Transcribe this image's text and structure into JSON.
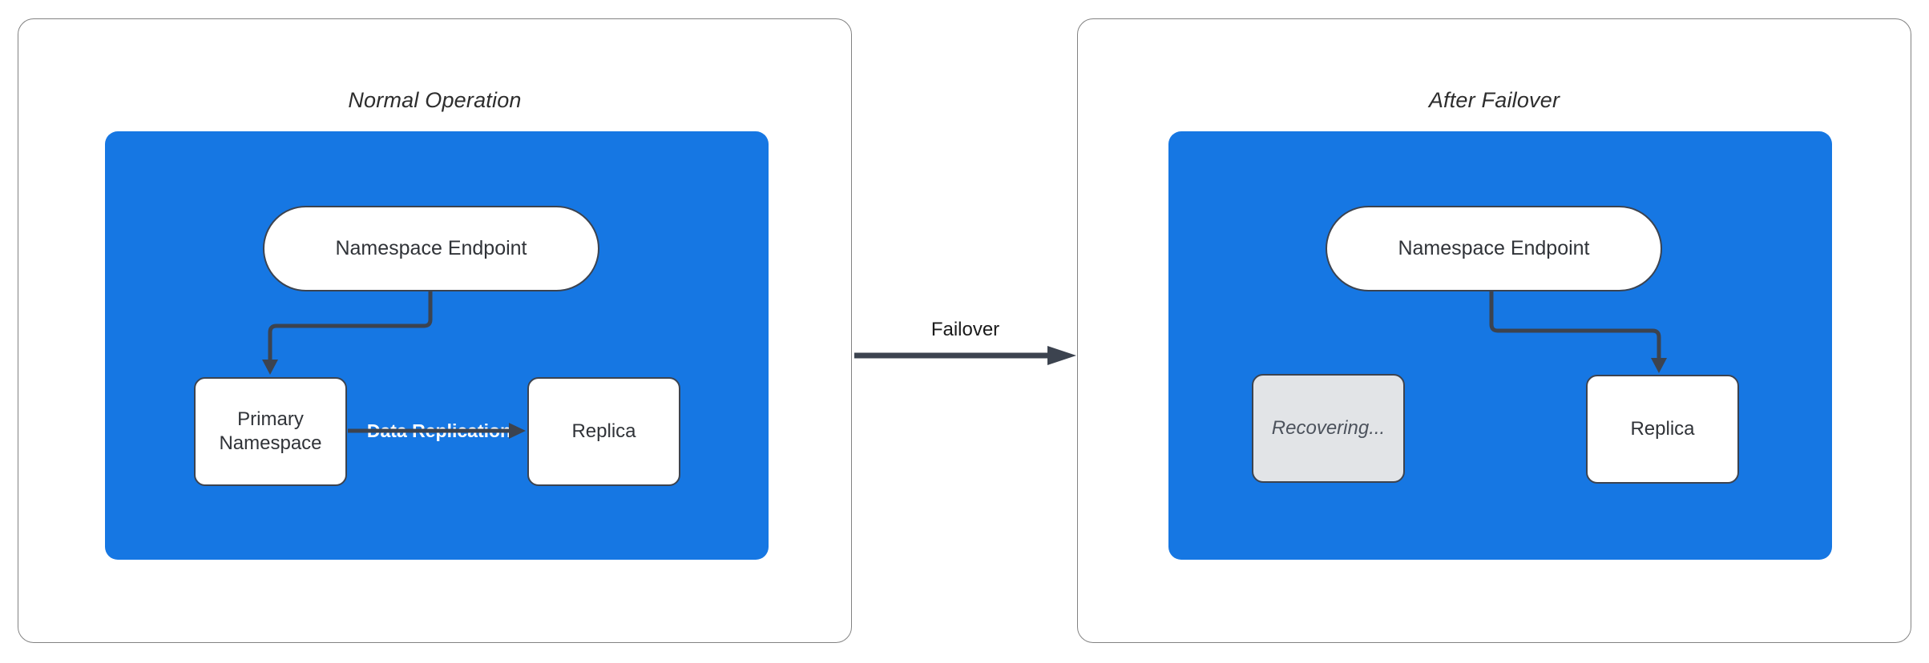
{
  "colors": {
    "cluster_blue": "#1677E3",
    "stroke_dark": "#3C434F",
    "panel_border": "#828282",
    "node_fill": "#FFFFFF",
    "recovering_fill": "#E2E4E7",
    "title_text": "#2D2D2D",
    "node_text": "#303338",
    "recovering_text": "#4C525C",
    "edge_label_text": "#FFFFFF",
    "failover_text": "#1A1A1A"
  },
  "left_panel": {
    "title": "Normal Operation",
    "nodes": {
      "namespace_endpoint": "Namespace Endpoint",
      "primary_namespace": "Primary Namespace",
      "replica": "Replica"
    },
    "edge_label": "Data Replication"
  },
  "failover": {
    "label": "Failover"
  },
  "right_panel": {
    "title": "After Failover",
    "nodes": {
      "namespace_endpoint": "Namespace Endpoint",
      "recovering": "Recovering...",
      "replica": "Replica"
    }
  }
}
